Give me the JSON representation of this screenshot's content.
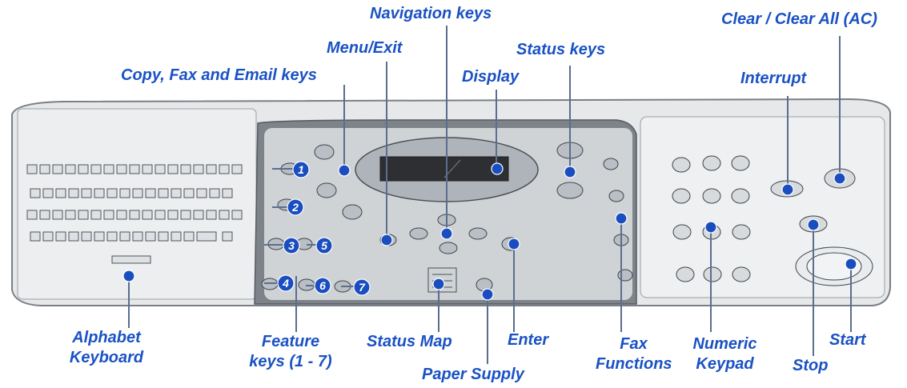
{
  "labels": {
    "navigation_keys": "Navigation keys",
    "clear_all": "Clear / Clear All (AC)",
    "menu_exit": "Menu/Exit",
    "status_keys": "Status keys",
    "copy_fax_email": "Copy, Fax and Email keys",
    "display": "Display",
    "interrupt": "Interrupt",
    "alphabet_keyboard": [
      "Alphabet",
      "Keyboard"
    ],
    "feature_keys": [
      "Feature",
      "keys (1 - 7)"
    ],
    "status_map": "Status Map",
    "enter": "Enter",
    "fax_functions": [
      "Fax",
      "Functions"
    ],
    "numeric_keypad": [
      "Numeric",
      "Keypad"
    ],
    "start": "Start",
    "stop": "Stop",
    "paper_supply": "Paper Supply"
  },
  "feature_key_numbers": [
    "1",
    "2",
    "3",
    "5",
    "4",
    "6",
    "7"
  ],
  "colors": {
    "callout_text": "#1a52c4",
    "leader_line": "#5a6e8e",
    "marker": "#1a4dbf",
    "panel_body": "#e6e8ea",
    "panel_outline": "#7a7f86",
    "display_screen": "#2e2f33"
  }
}
